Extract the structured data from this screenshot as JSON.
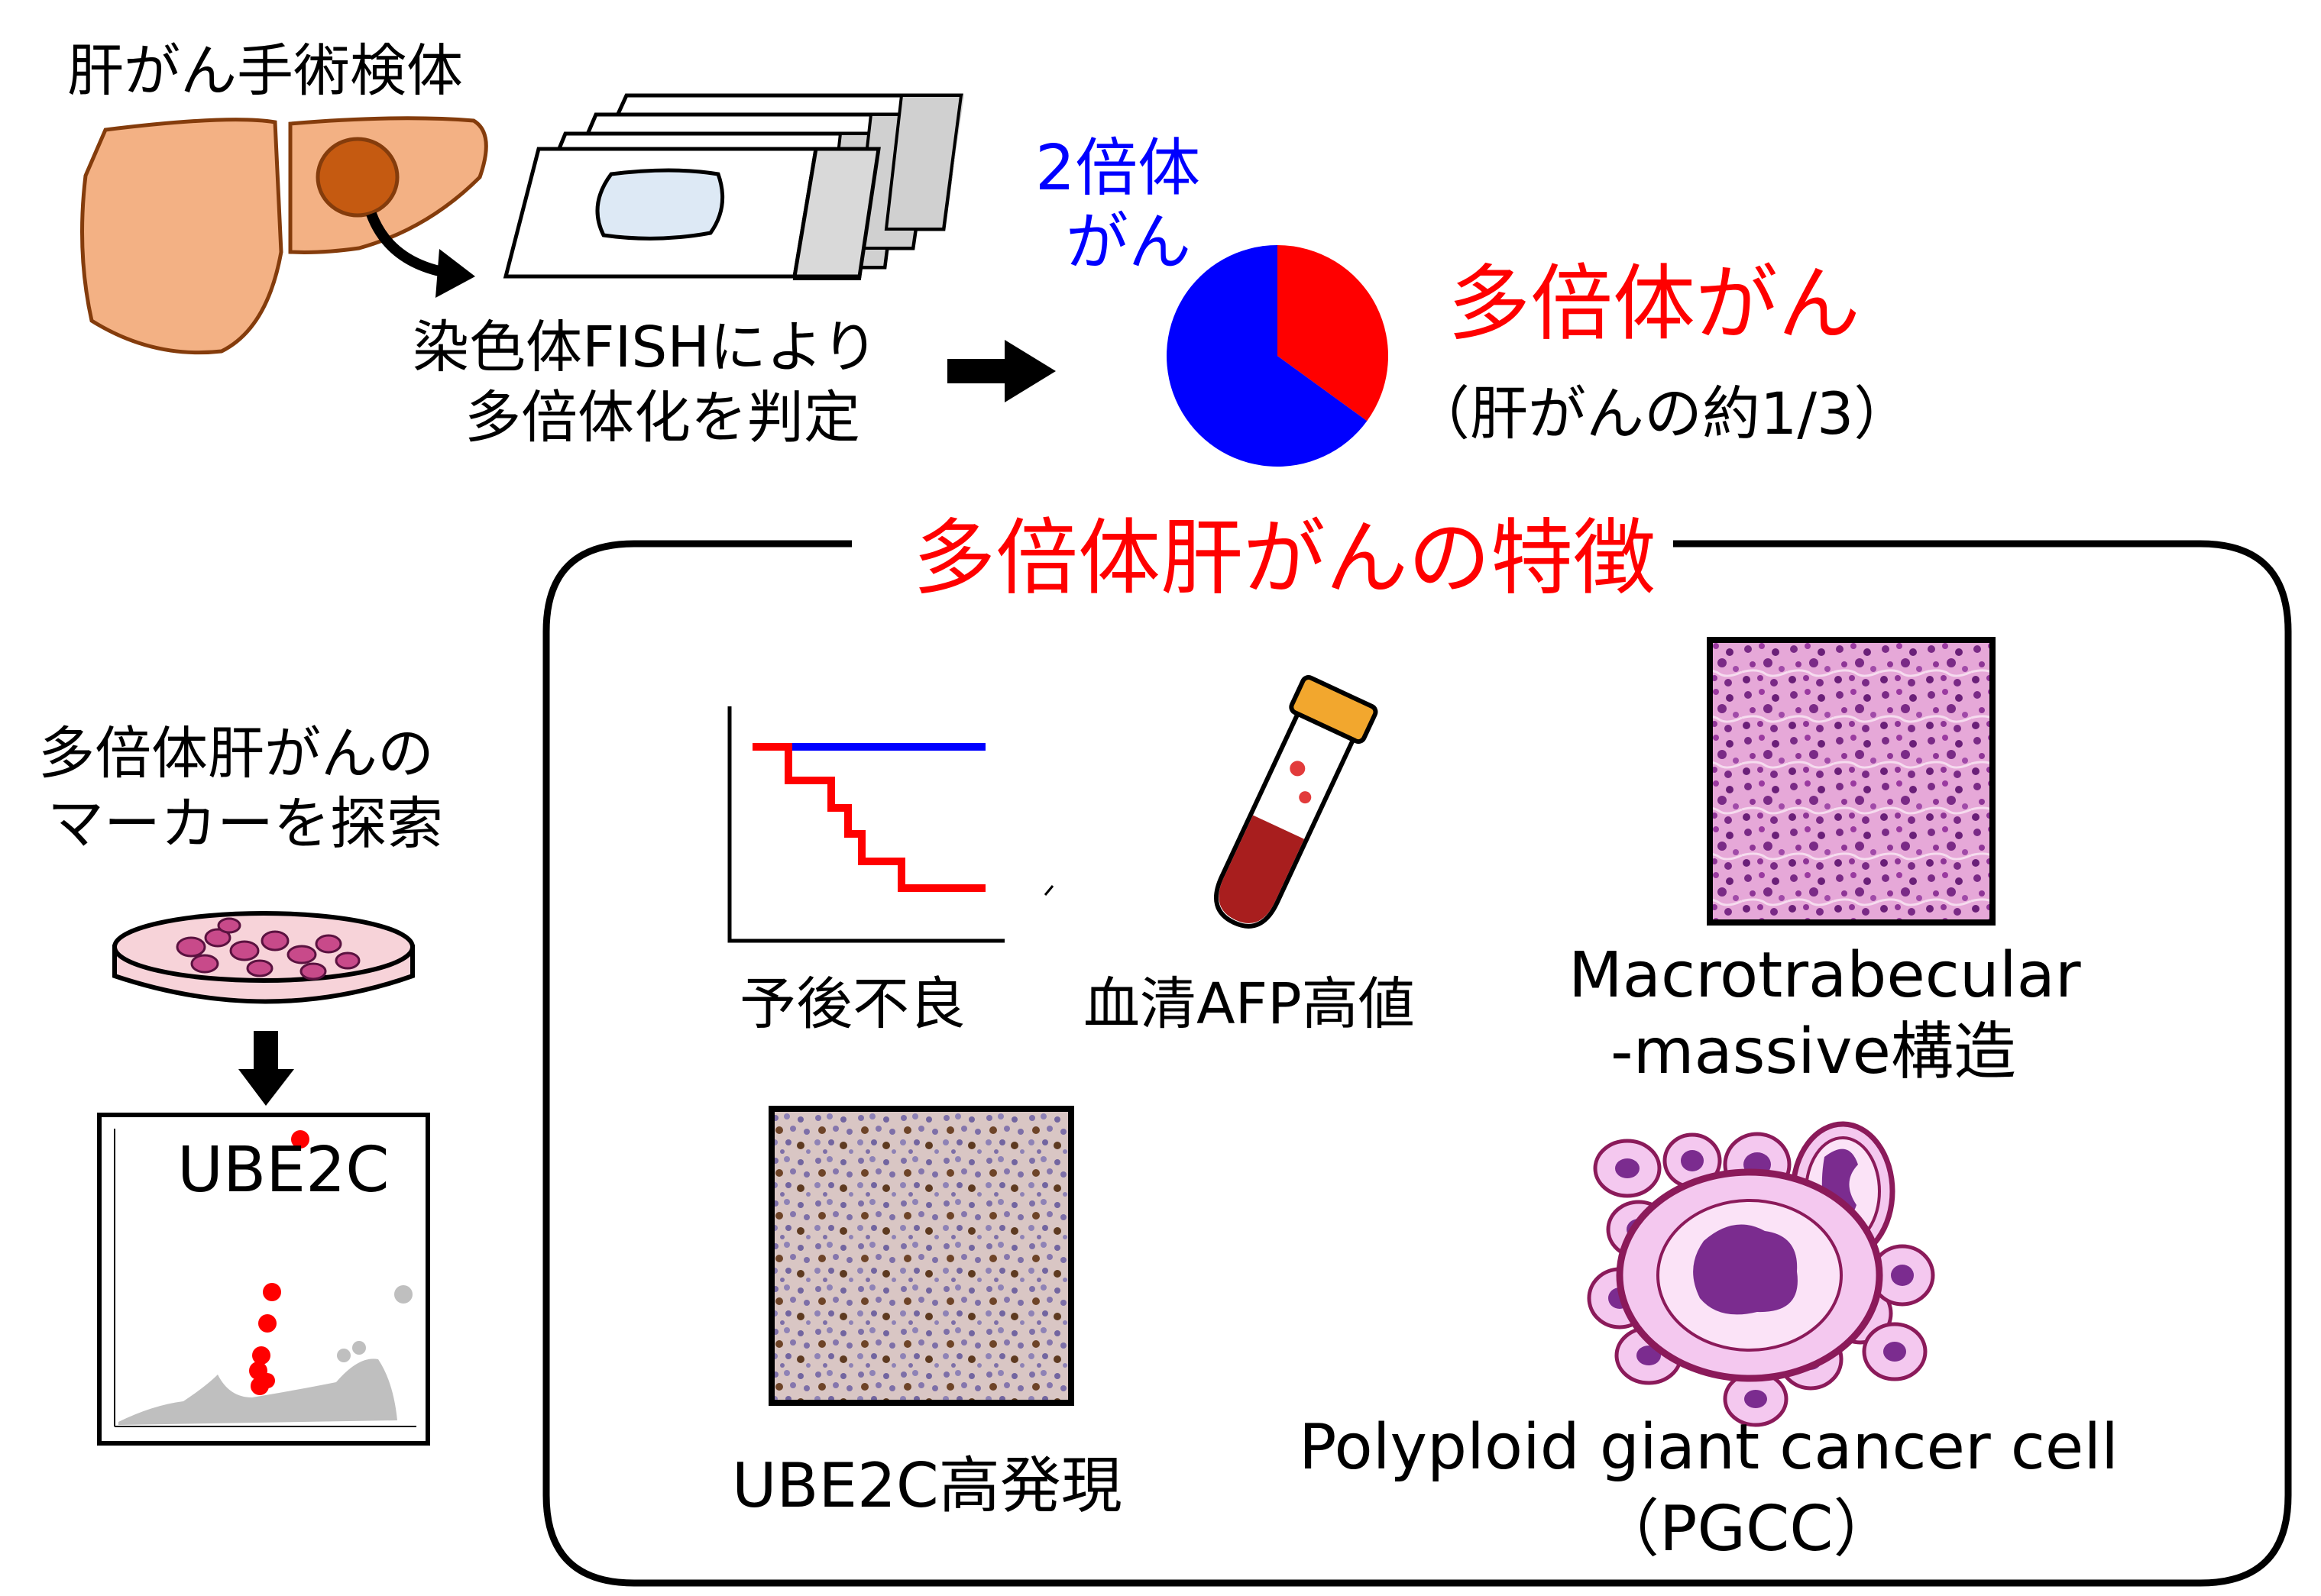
{
  "top": {
    "liver_label": "肝がん手術検体",
    "fish_line1": "染色体FISHにより",
    "fish_line2": "多倍体化を判定",
    "diploid_line1": "2倍体",
    "diploid_line2": "がん",
    "polyploid_label": "多倍体がん",
    "polyploid_sub": "（肝がんの約1/3）"
  },
  "chart_data": {
    "type": "pie",
    "categories": [
      "多倍体がん",
      "2倍体がん"
    ],
    "values": [
      0.35,
      0.65
    ],
    "colors": [
      "#ff0000",
      "#0000ff"
    ]
  },
  "features": {
    "title": "多倍体肝がんの特徴",
    "prognosis_label": "予後不良",
    "afp_label": "血清AFP高値",
    "macro_line1": "Macrotrabecular",
    "macro_line2": "-massive構造",
    "ube2c_expr_label": "UBE2C高発現",
    "pgcc_line1": "Polyploid giant cancer cell",
    "pgcc_line2": "（PGCC）"
  },
  "marker": {
    "line1": "多倍体肝がんの",
    "line2": "マーカーを探索",
    "gene_label": "UBE2C"
  },
  "colors": {
    "red": "#ff0000",
    "blue": "#0000ff",
    "liver": "#f3b184",
    "tumor": "#c55a11",
    "outline": "#843c0c"
  }
}
